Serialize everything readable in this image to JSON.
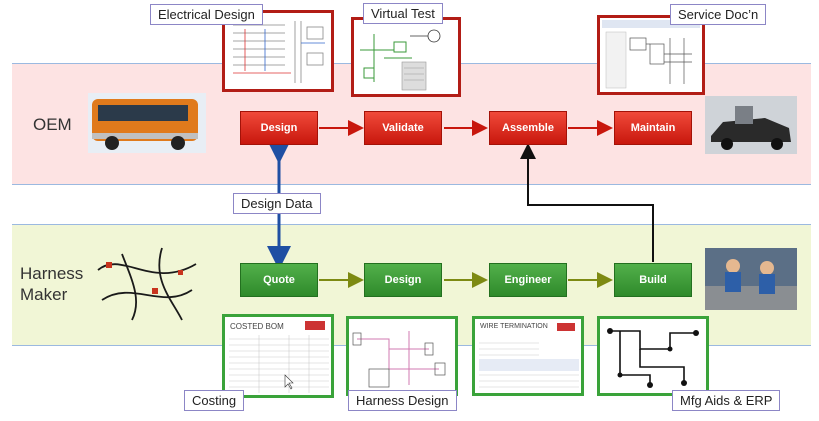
{
  "rows": {
    "oem": "OEM",
    "harness_maker": "Harness\nMaker"
  },
  "oem_steps": [
    "Design",
    "Validate",
    "Assemble",
    "Maintain"
  ],
  "harness_steps": [
    "Quote",
    "Design",
    "Engineer",
    "Build"
  ],
  "callouts": {
    "electrical_design": "Electrical Design",
    "virtual_test": "Virtual Test",
    "service_docn": "Service Doc’n",
    "design_data": "Design Data",
    "costing": "Costing",
    "harness_design": "Harness Design",
    "mfg_aids_erp": "Mfg Aids & ERP"
  },
  "thumbnails": {
    "costed_bom_title": "COSTED BOM",
    "wire_termination_title": "WIRE TERMINATION"
  },
  "colors": {
    "oem_band": "#fde3e3",
    "harness_band": "#f1f6d6",
    "red_step": "#d9261a",
    "green_step": "#3f9e3a",
    "arrow_blue": "#1f4fa3"
  },
  "icons": {
    "bus": "bus-photo",
    "car_service": "car-service-photo",
    "harness": "wire-harness-photo",
    "factory": "factory-workers-photo"
  }
}
